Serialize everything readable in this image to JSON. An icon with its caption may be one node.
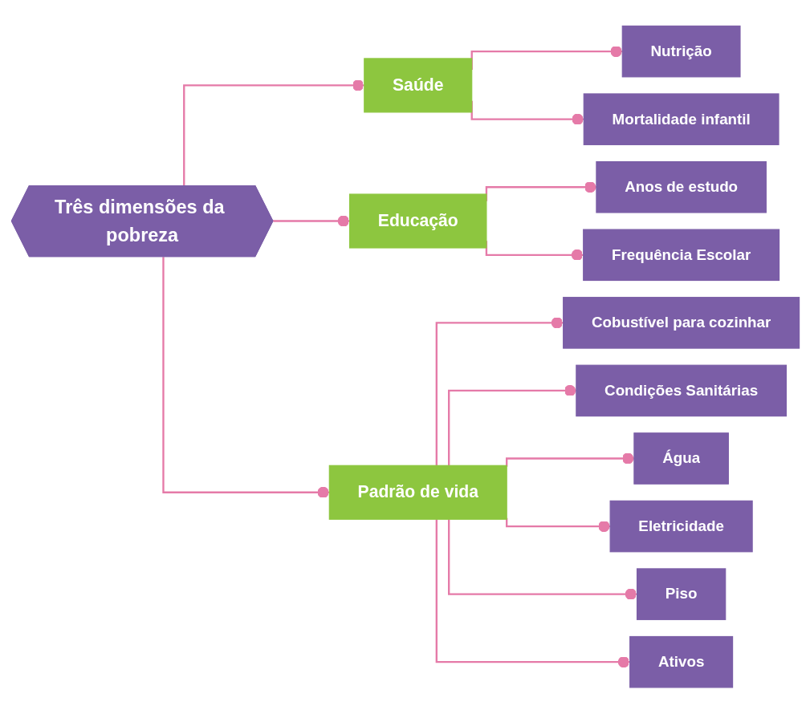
{
  "diagram": {
    "nodes": [
      {
        "text": [
          "Três dimensões da pobreza"
        ]
      },
      {
        "text": [
          "Saúde"
        ]
      },
      {
        "text": [
          "Nutrição"
        ]
      },
      {
        "text": [
          "Mortalidade infantil"
        ]
      },
      {
        "text": [
          "Educação"
        ]
      },
      {
        "text": [
          "Anos de estudo"
        ]
      },
      {
        "text": [
          "Frequência Escolar"
        ]
      },
      {
        "text": [
          "Padrão de vida"
        ]
      },
      {
        "text": [
          "Cobustível para cozinhar"
        ]
      },
      {
        "text": [
          "Condições Sanitárias"
        ]
      },
      {
        "text": [
          "Água"
        ]
      },
      {
        "text": [
          "Eletricidade"
        ]
      },
      {
        "text": [
          "Piso"
        ]
      },
      {
        "text": [
          "Ativos"
        ]
      }
    ],
    "edges": [
      {
        "from": 0,
        "to": 1,
        "arrow": "other"
      },
      {
        "from": 0,
        "to": 4,
        "arrow": "other"
      },
      {
        "from": 0,
        "to": 7,
        "arrow": "other"
      },
      {
        "from": 1,
        "to": 2,
        "arrow": "other"
      },
      {
        "from": 1,
        "to": 3,
        "arrow": "other"
      },
      {
        "from": 4,
        "to": 5,
        "arrow": "other"
      },
      {
        "from": 4,
        "to": 6,
        "arrow": "other"
      },
      {
        "from": 7,
        "to": 8,
        "arrow": "other"
      },
      {
        "from": 7,
        "to": 9,
        "arrow": "other"
      },
      {
        "from": 7,
        "to": 10,
        "arrow": "other"
      },
      {
        "from": 7,
        "to": 11,
        "arrow": "other"
      },
      {
        "from": 7,
        "to": 12,
        "arrow": "other"
      },
      {
        "from": 7,
        "to": 13,
        "arrow": "other"
      }
    ]
  }
}
